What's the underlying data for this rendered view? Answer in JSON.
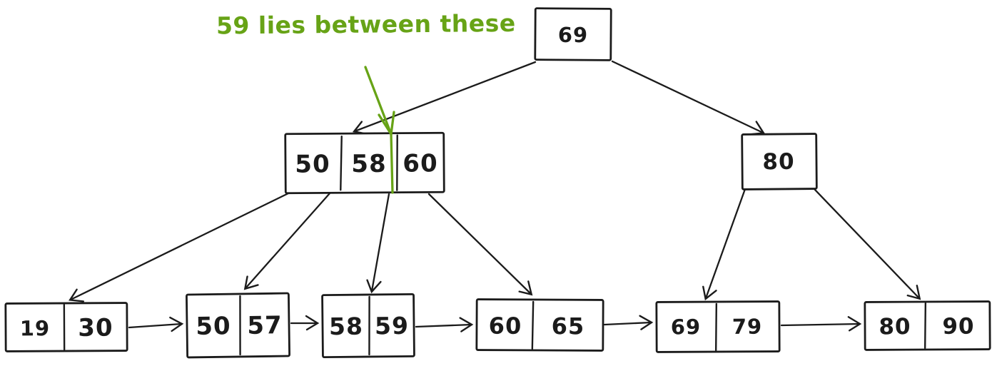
{
  "annotation": {
    "label": "59 lies between these"
  },
  "colors": {
    "ink": "#1b1b1b",
    "green": "#67a316",
    "background": "#ffffff"
  },
  "tree": {
    "root": {
      "keys": [
        "69"
      ]
    },
    "internal_left": {
      "keys": [
        "50",
        "58",
        "60"
      ]
    },
    "internal_right": {
      "keys": [
        "80"
      ]
    },
    "leaves": [
      {
        "keys": [
          "19",
          "30"
        ]
      },
      {
        "keys": [
          "50",
          "57"
        ]
      },
      {
        "keys": [
          "58",
          "59"
        ]
      },
      {
        "keys": [
          "60",
          "65"
        ]
      },
      {
        "keys": [
          "69",
          "79"
        ]
      },
      {
        "keys": [
          "80",
          "90"
        ]
      }
    ]
  }
}
